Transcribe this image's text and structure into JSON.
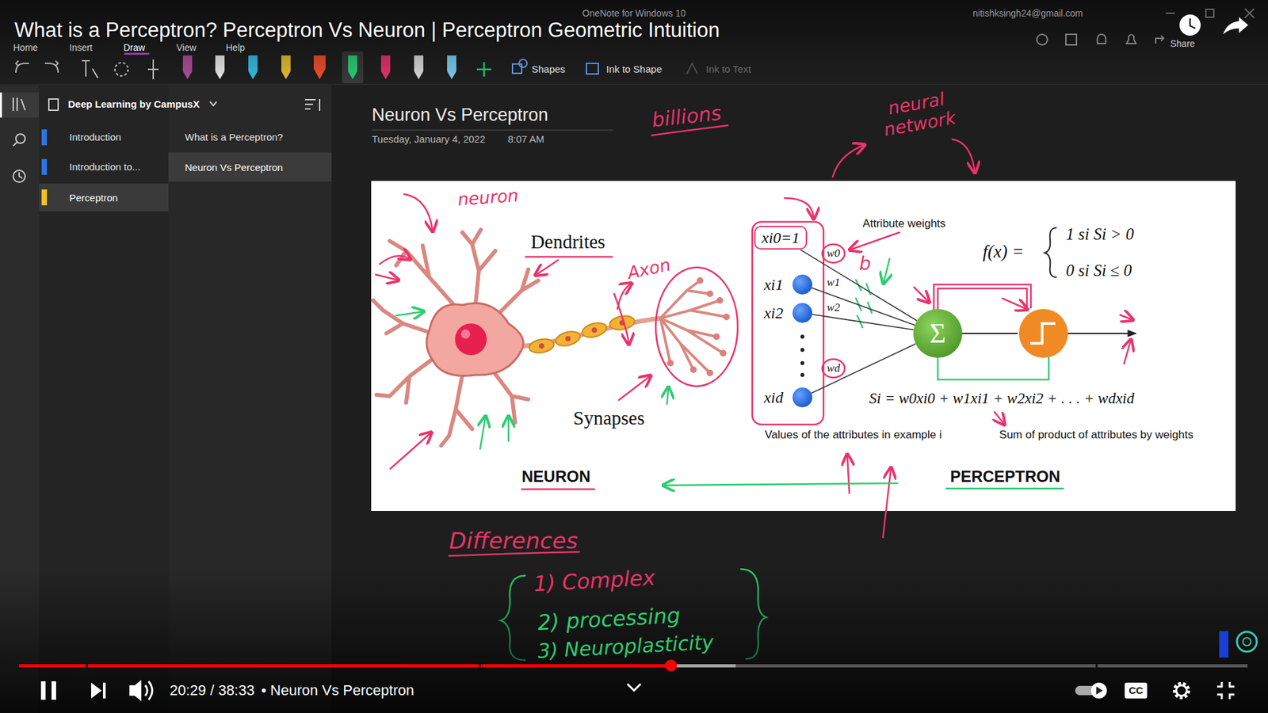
{
  "diagram": {
    "title": "What is a Perceptron? Perceptron Vs Neuron | Perceptron Geometric Intuition",
    "nodes": [
      {
        "text": [
          "Perceptron"
        ]
      },
      {
        "text": [
          "Neuron Vs Perceptron"
        ]
      },
      {
        "text": [
          "xi0=1"
        ]
      },
      {
        "text": [
          "xi1"
        ]
      },
      {
        "text": [
          "xi2"
        ]
      },
      {
        "text": [
          "xid"
        ]
      },
      {
        "text": [
          "Σ"
        ]
      }
    ],
    "edges": [
      {
        "from": 2,
        "to": 6,
        "arrow": "none"
      },
      {
        "from": 3,
        "to": 6,
        "arrow": "none"
      },
      {
        "from": 4,
        "to": 6,
        "arrow": "none"
      },
      {
        "from": 5,
        "to": 6,
        "arrow": "none"
      }
    ],
    "labels": [
      "OneNote for Windows 10",
      "nitishksingh24@gmail.com",
      "Home",
      "Insert",
      "Draw",
      "View",
      "Help",
      "Share",
      "Shapes",
      "Ink to Shape",
      "Ink to Text",
      "Deep Learning by CampusX",
      "Introduction",
      "Introduction to...",
      "What is a Perceptron?",
      "Neuron Vs Perceptron",
      "Tuesday, January 4, 2022",
      "8:07 AM",
      "billions",
      "neural network",
      "neuron",
      "Dendrites",
      "Axon",
      "Synapses",
      "NEURON",
      "Attribute weights",
      "b",
      "w0",
      "w1",
      "w2",
      "wd",
      "f(x) =",
      "1 si Si > 0",
      "0 si Si ≤ 0",
      "Si = w0xi0 + w1xi1 + w2xi2 + . . . + wdxid",
      "Values of the attributes in example i",
      "Sum of product of attributes by weights",
      "PERCEPTRON",
      "Differences",
      "1) Complex",
      "2) processing",
      "3) Neuroplasticity",
      "CC",
      "20:29 / 38:33",
      "• Neuron Vs Perceptron"
    ]
  }
}
